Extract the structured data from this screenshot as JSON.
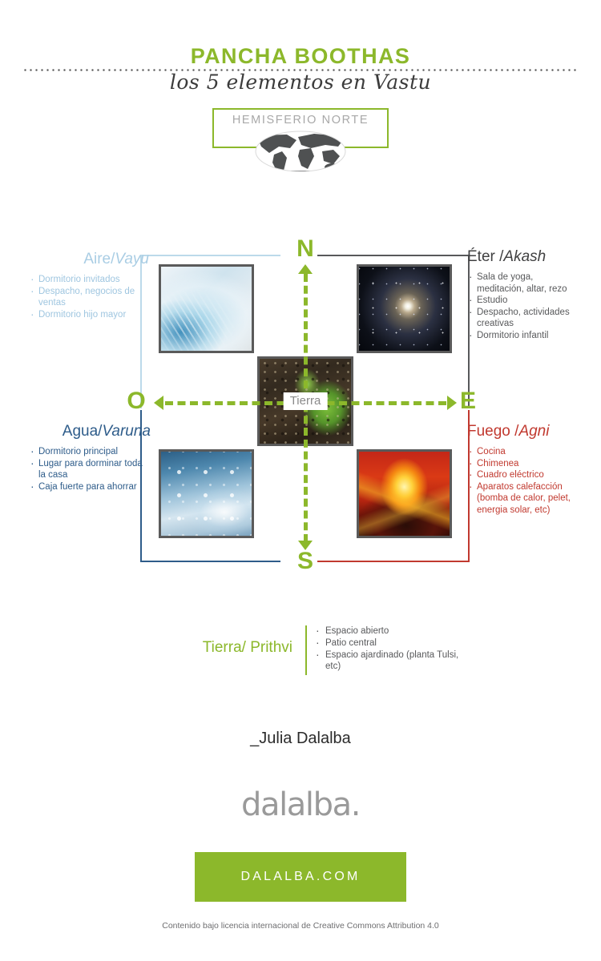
{
  "header": {
    "title": "PANCHA BOOTHAS",
    "subtitle": "los 5 elementos en Vastu",
    "hemisphere_label": "HEMISFERIO NORTE"
  },
  "colors": {
    "green": "#8CB82B",
    "air_blue": "#a9cde4",
    "water_blue": "#2e5c8a",
    "ether_grey": "#404041",
    "fire_red": "#c1392f"
  },
  "compass": {
    "north": "N",
    "south": "S",
    "east": "E",
    "west": "O"
  },
  "grid": {
    "center_label": "Tierra"
  },
  "elements": {
    "aire": {
      "title_main": "Aire/",
      "title_italic": "Vayu",
      "items": [
        "Dormitorio invitados",
        "Despacho, negocios de ventas",
        "Dormitorio hijo mayor"
      ]
    },
    "eter": {
      "title_main": "Éter /",
      "title_italic": "Akash",
      "items": [
        "Sala de yoga, meditación, altar, rezo",
        "Estudio",
        "Despacho, actividades creativas",
        "Dormitorio infantil"
      ]
    },
    "agua": {
      "title_main": "Agua/",
      "title_italic": "Varuna",
      "items": [
        "Dormitorio principal",
        "Lugar para dorminar toda la casa",
        "Caja fuerte para ahorrar"
      ]
    },
    "fuego": {
      "title_main": "Fuego /",
      "title_italic": "Agni",
      "items": [
        "Cocina",
        "Chimenea",
        "Cuadro eléctrico",
        "Aparatos calefacción (bomba de calor, pelet, energia solar, etc)"
      ]
    },
    "tierra": {
      "title": "Tierra/ Prithvi",
      "items": [
        "Espacio abierto",
        "Patio central",
        "Espacio ajardinado (planta Tulsi, etc)"
      ]
    }
  },
  "footer": {
    "author": "_Julia Dalalba",
    "brand": "dalalba.",
    "button_label": "DALALBA.COM",
    "license": "Contenido bajo licencia internacional de Creative Commons Attribution 4.0"
  }
}
